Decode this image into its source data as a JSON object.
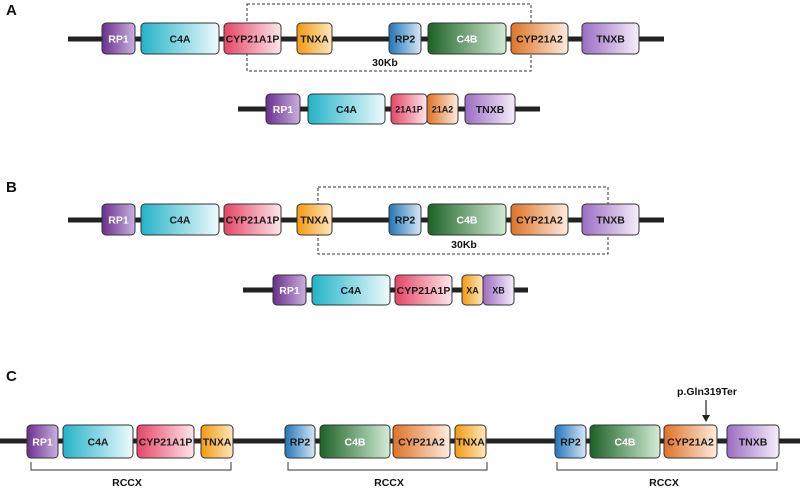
{
  "panels": {
    "a": "A",
    "b": "B",
    "c": "C"
  },
  "annotations": {
    "a_region": "30Kb",
    "b_region": "30Kb",
    "mutation": "p.Gln319Ter",
    "rccx1": "RCCX",
    "rccx2": "RCCX",
    "rccx3": "RCCX"
  },
  "genes": {
    "rp1": "RP1",
    "rp2": "RP2",
    "c4a": "C4A",
    "c4b": "C4B",
    "cyp21a1p": "CYP21A1P",
    "cyp21a2": "CYP21A2",
    "tnxa": "TNXA",
    "tnxb": "TNXB",
    "short_21a1p": "21A1P",
    "short_21a2": "21A2",
    "xa": "XA",
    "xb": "XB"
  },
  "colors": {
    "rp": [
      "#7b3fa0",
      "#cbb2e0"
    ],
    "c4a": [
      "#2ab7cc",
      "#e8f8fb"
    ],
    "c4b": [
      "#216b2a",
      "#cde8cf"
    ],
    "cyp21a1p": [
      "#e8506e",
      "#fce0e6"
    ],
    "cyp21a2": [
      "#e07a2d",
      "#fbe6d4"
    ],
    "tnxa": [
      "#f4a21a",
      "#fde5b8"
    ],
    "tnxb": [
      "#a57bc8",
      "#f1e8f8"
    ],
    "rp2": [
      "#2b7fc2",
      "#d2e6f6"
    ],
    "line": "#222222"
  }
}
